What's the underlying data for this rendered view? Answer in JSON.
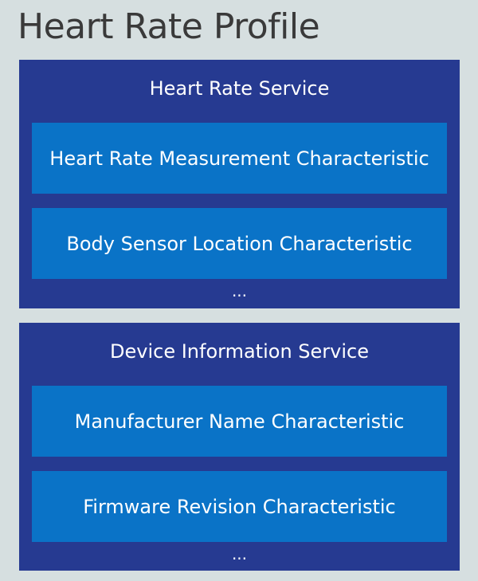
{
  "profile": {
    "title": "Heart Rate Profile"
  },
  "services": [
    {
      "title": "Heart Rate Service",
      "characteristics": [
        "Heart Rate Measurement Characteristic",
        "Body Sensor Location Characteristic"
      ],
      "more": "..."
    },
    {
      "title": "Device Information Service",
      "characteristics": [
        "Manufacturer Name Characteristic",
        "Firmware Revision Characteristic"
      ],
      "more": "..."
    }
  ],
  "colors": {
    "background": "#d6dfe0",
    "service_fill": "#263a91",
    "characteristic_fill": "#0a73c7",
    "title_text": "#3a3a3a",
    "box_text": "#ffffff"
  }
}
